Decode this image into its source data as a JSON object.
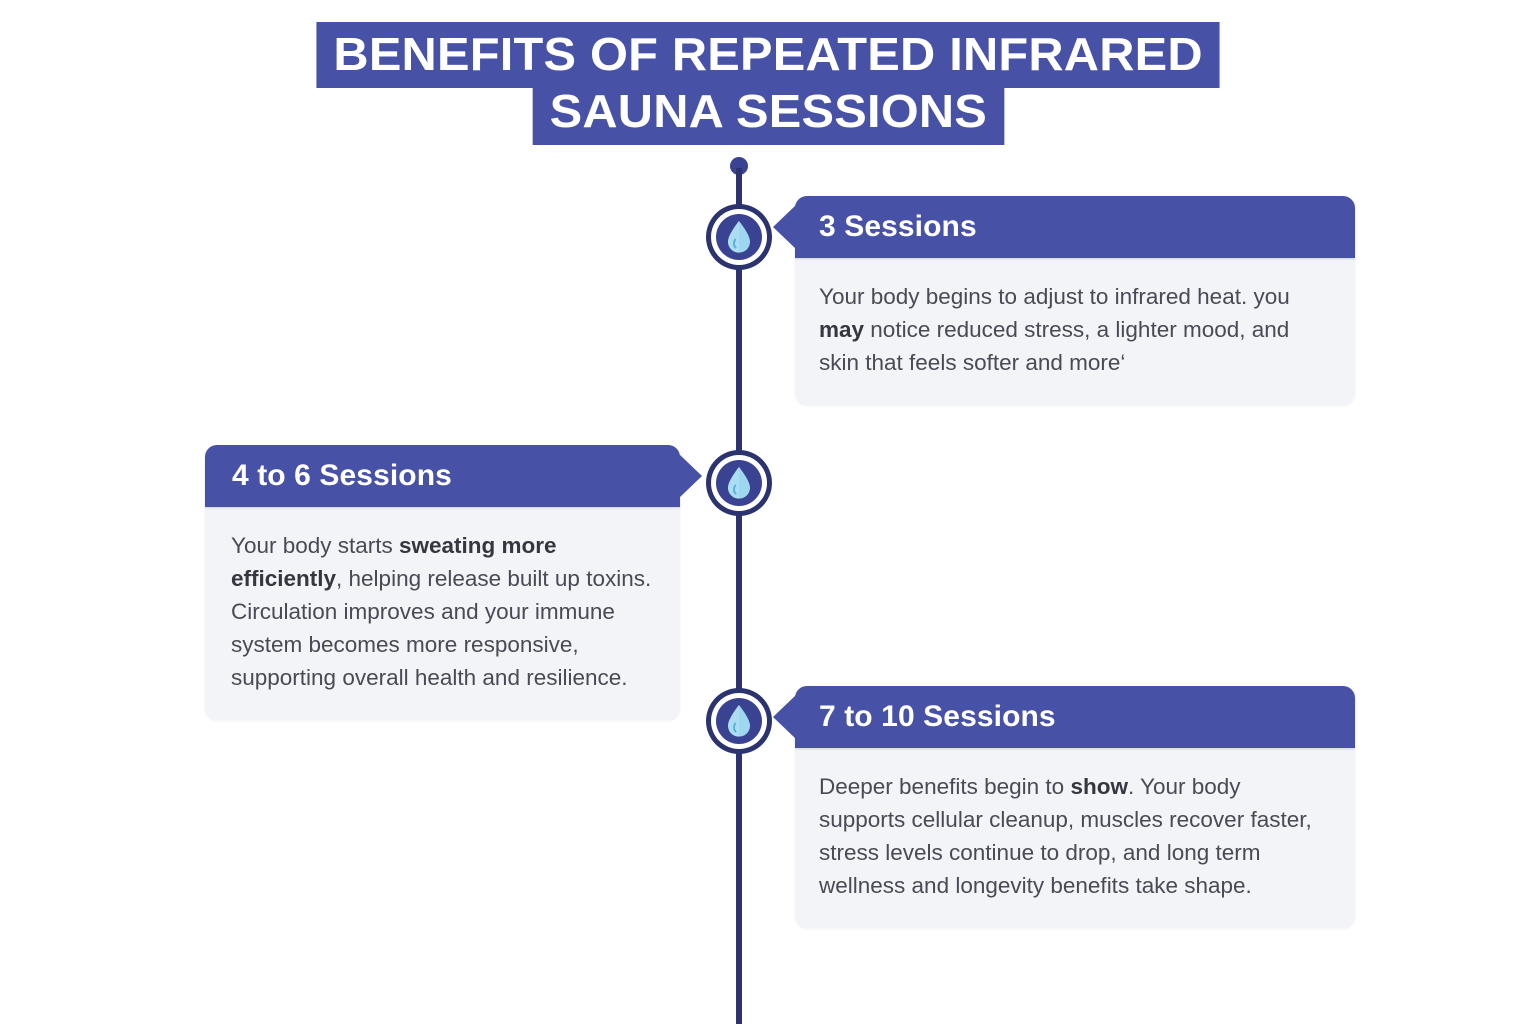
{
  "title": {
    "line1": "BENEFITS OF REPEATED INFRARED",
    "line2": "SAUNA SESSIONS"
  },
  "colors": {
    "brand_blue": "#4752a6",
    "dark_navy": "#2c3470",
    "marker_core": "#3a4391",
    "card_body_bg": "#f3f4f8",
    "body_text": "#494a55",
    "drop_light": "#9ed8f0",
    "drop_mid": "#79c6e8",
    "page_bg": "#ffffff"
  },
  "timeline": {
    "icon_name": "water-drop-icon",
    "milestones": [
      {
        "id": "milestone-3-sessions",
        "heading": "3 Sessions",
        "side": "right",
        "text_parts": [
          {
            "text": "Your body begins to adjust to infrared heat. you ",
            "bold": false
          },
          {
            "text": "may",
            "bold": true
          },
          {
            "text": " notice reduced stress, a lighter mood, and skin that feels softer and more‘",
            "bold": false
          }
        ],
        "text_plain": "Your body begins to adjust to infrared heat. you may notice reduced stress, a lighter mood, and skin that feels softer and more‘"
      },
      {
        "id": "milestone-4-to-6-sessions",
        "heading": "4 to 6 Sessions",
        "side": "left",
        "text_parts": [
          {
            "text": "Your body starts ",
            "bold": false
          },
          {
            "text": "sweating more efficiently",
            "bold": true
          },
          {
            "text": ", helping release built up toxins. Circulation improves and your immune system becomes more responsive, supporting overall health and resilience.",
            "bold": false
          }
        ],
        "text_plain": "Your body starts sweating more efficiently, helping release built up toxins. Circulation improves and your immune system becomes more responsive, supporting overall health and resilience."
      },
      {
        "id": "milestone-7-to-10-sessions",
        "heading": "7 to 10 Sessions",
        "side": "right",
        "text_parts": [
          {
            "text": "Deeper benefits begin to ",
            "bold": false
          },
          {
            "text": "show",
            "bold": true
          },
          {
            "text": ". Your body supports cellular cleanup, muscles recover faster, stress levels continue to drop, and long term wellness and longevity benefits take shape.",
            "bold": false
          }
        ],
        "text_plain": "Deeper benefits begin to show. Your body supports cellular cleanup, muscles recover faster, stress levels continue to drop, and long term wellness and longevity benefits take shape."
      }
    ]
  }
}
